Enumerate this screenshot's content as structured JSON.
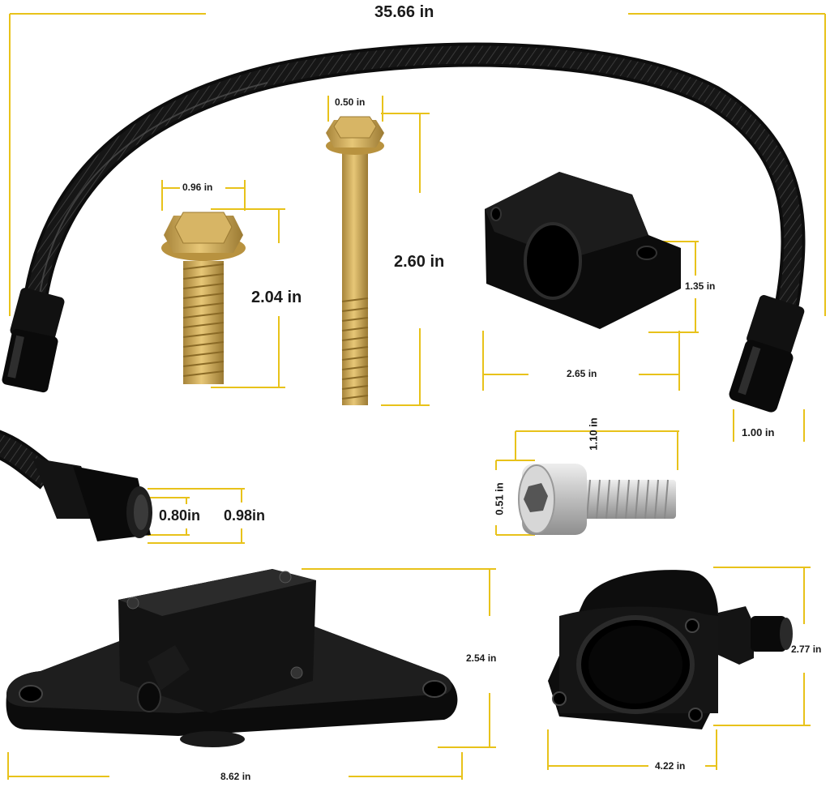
{
  "colors": {
    "dimension_line": "#e8c21a",
    "part_black": "#111111",
    "brass": "#c9a14a",
    "steel": "#c8c8c8",
    "text": "#1a1a1a"
  },
  "dimensions": {
    "hose_length": "35.66 in",
    "small_bolt_head": "0.96 in",
    "small_bolt_length": "2.04 in",
    "long_bolt_head": "0.50 in",
    "long_bolt_length": "2.60 in",
    "clamp_block_height": "1.35 in",
    "clamp_block_width": "2.65 in",
    "hose_end_fitting": "1.00 in",
    "fitting_inner": "0.80in",
    "fitting_outer": "0.98in",
    "cap_screw_length": "1.10 in",
    "cap_screw_head": "0.51 in",
    "plate_height": "2.54 in",
    "plate_width": "8.62 in",
    "housing_height": "2.77 in",
    "housing_width": "4.22 in"
  }
}
